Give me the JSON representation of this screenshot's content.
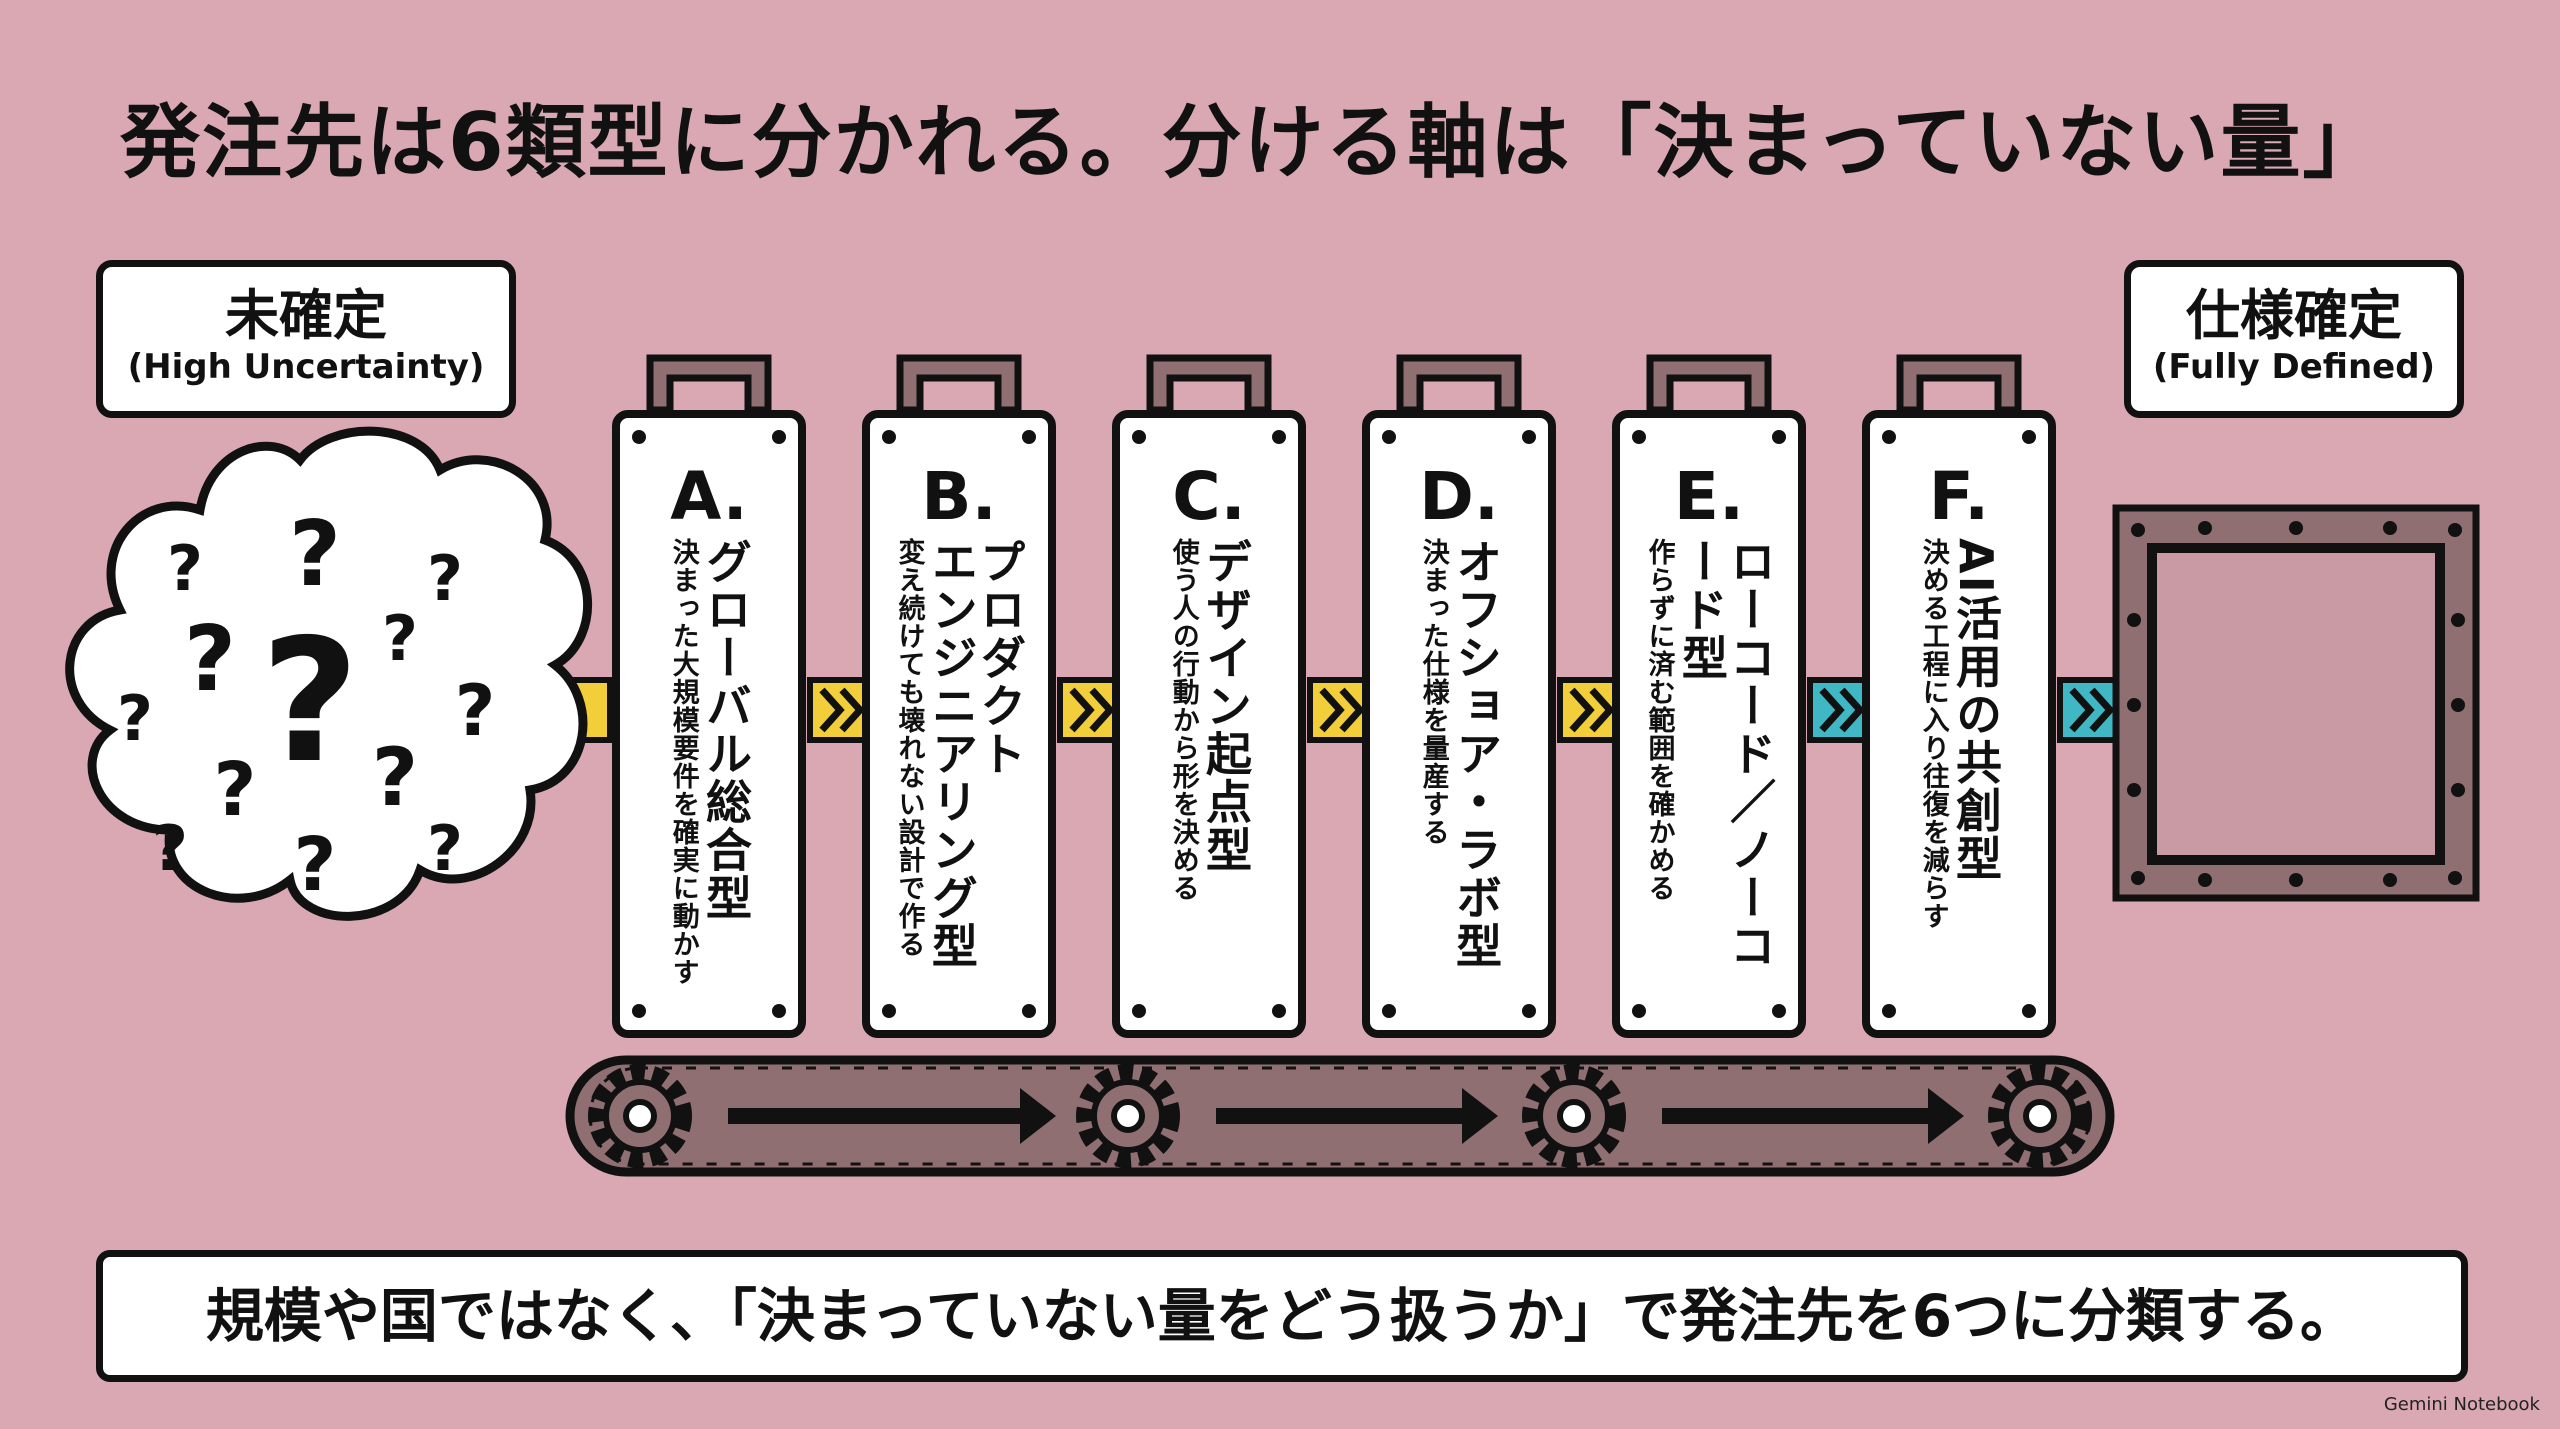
{
  "title": "発注先は6類型に分かれる。分ける軸は「決まっていない量」",
  "left_label": {
    "jp": "未確定",
    "en": "(High Uncertainty)"
  },
  "right_label": {
    "jp": "仕様確定",
    "en": "(Fully Defined)"
  },
  "cloud_icon": "question-marks-cloud",
  "modules": [
    {
      "letter": "A.",
      "name": "グローバル総合型",
      "desc": "決まった大規模要件を確実に動かす"
    },
    {
      "letter": "B.",
      "name": "プロダクト\nエンジニアリング型",
      "desc": "変え続けても壊れない設計で作る"
    },
    {
      "letter": "C.",
      "name": "デザイン起点型",
      "desc": "使う人の行動から形を決める"
    },
    {
      "letter": "D.",
      "name": "オフショア・ラボ型",
      "desc": "決まった仕様を量産する"
    },
    {
      "letter": "E.",
      "name": "ローコード／ノーコード型",
      "desc": "作らずに済む範囲を確かめる"
    },
    {
      "letter": "F.",
      "name": "AI活用の共創型",
      "desc": "決める工程に入り往復を減らす"
    }
  ],
  "footer": "規模や国ではなく、「決まっていない量をどう扱うか」で発注先を6つに分類する。",
  "watermark": "Gemini Notebook",
  "colors": {
    "background": "#d9a8b3",
    "pipe_yellow": "#f2cf3a",
    "pipe_teal": "#3fb7c4",
    "frame": "#8f6f72"
  }
}
